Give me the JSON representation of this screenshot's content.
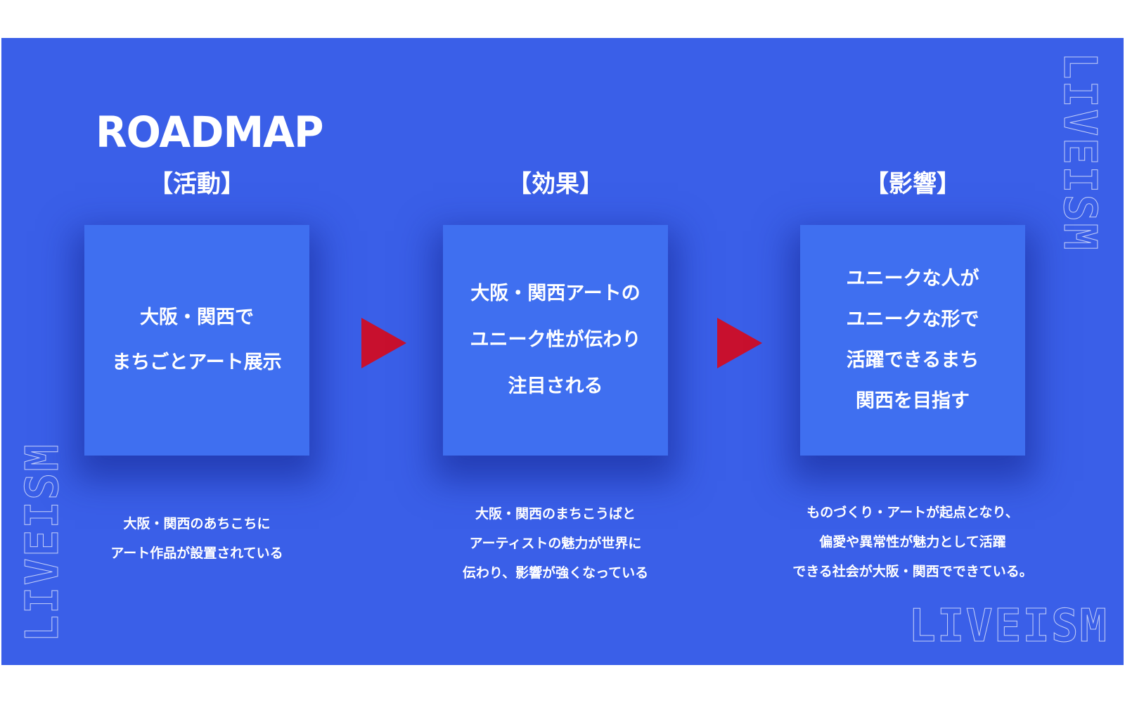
{
  "title": "ROADMAP",
  "columns": [
    {
      "heading": "【活動】",
      "card_lines": [
        "大阪・関西で",
        "まちごとアート展示"
      ],
      "desc_lines": [
        "大阪・関西のあちこちに",
        "アート作品が設置されている"
      ]
    },
    {
      "heading": "【効果】",
      "card_lines": [
        "大阪・関西アートの",
        "ユニーク性が伝わり",
        "注目される"
      ],
      "desc_lines": [
        "大阪・関西のまちこうばと",
        "アーティストの魅力が世界に",
        "伝わり、影響が強くなっている"
      ]
    },
    {
      "heading": "【影響】",
      "card_lines": [
        "ユニークな人が",
        "ユニークな形で",
        "活躍できるまち",
        "関西を目指す"
      ],
      "desc_lines": [
        "ものづくり・アートが起点となり、",
        "偏愛や異常性が魅力として活躍",
        "できる社会が大阪・関西でできている。"
      ]
    }
  ],
  "decor": {
    "logo_text": "LIVEISM"
  },
  "colors": {
    "background": "#3a5fe8",
    "card": "#3f6ff0",
    "arrow": "#c8102e",
    "text": "#ffffff"
  }
}
